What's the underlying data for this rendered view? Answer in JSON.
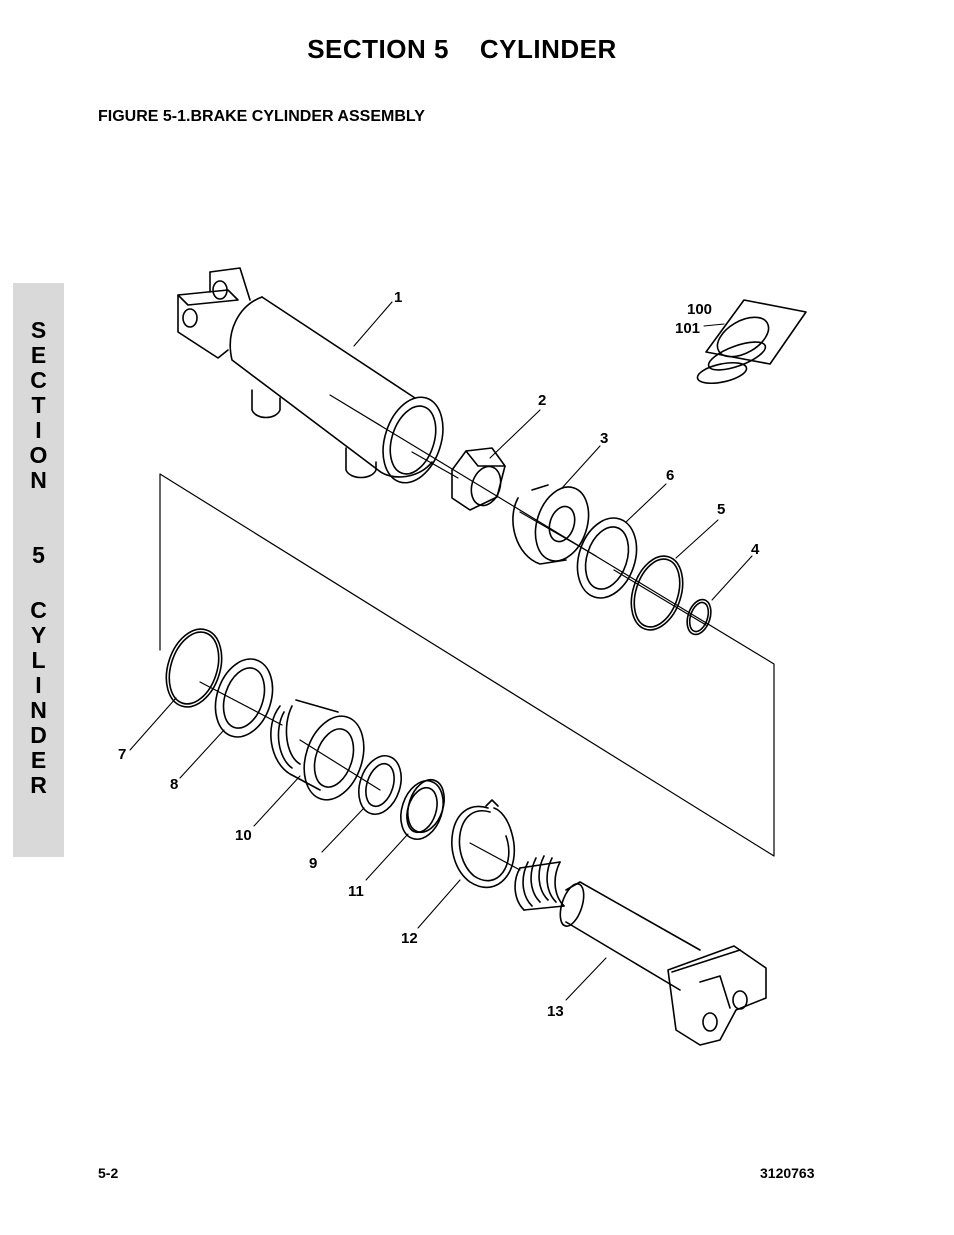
{
  "header": {
    "title": "SECTION 5    CYLINDER",
    "figure_title": "FIGURE 5-1.BRAKE CYLINDER ASSEMBLY"
  },
  "side_tab": {
    "letters": [
      "S",
      "E",
      "C",
      "T",
      "I",
      "O",
      "N",
      "5",
      "C",
      "Y",
      "L",
      "I",
      "N",
      "D",
      "E",
      "R"
    ]
  },
  "callouts": {
    "c1": "1",
    "c2": "2",
    "c3": "3",
    "c4": "4",
    "c5": "5",
    "c6": "6",
    "c7": "7",
    "c8": "8",
    "c9": "9",
    "c10": "10",
    "c11": "11",
    "c12": "12",
    "c13": "13",
    "c100": "100",
    "c101": "101"
  },
  "footer": {
    "page_number": "5-2",
    "doc_number": "3120763"
  }
}
